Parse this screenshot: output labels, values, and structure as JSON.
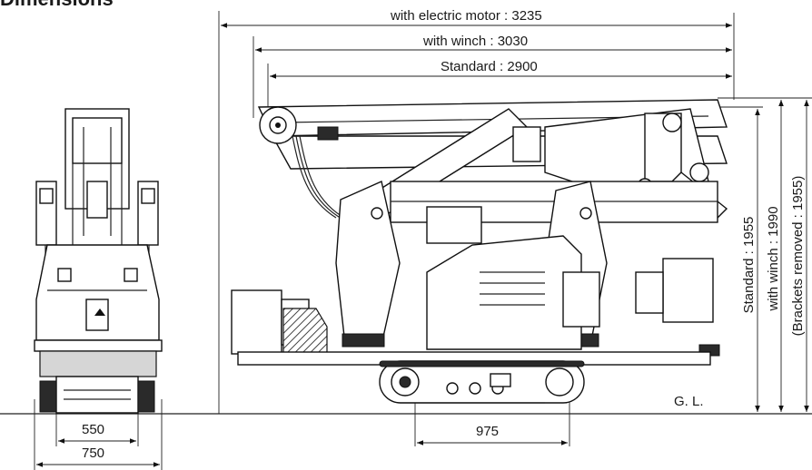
{
  "title": "Dimensions",
  "dimensions": {
    "electric_motor": "with electric motor : 3235",
    "winch_length": "with winch : 3030",
    "standard_length": "Standard : 2900",
    "standard_height": "Standard : 1955",
    "winch_height": "with winch : 1990",
    "brackets_removed": "(Brackets removed : 1955)",
    "ground_level": "G. L.",
    "track_length": "975",
    "inner_width": "550",
    "outer_width": "750"
  }
}
